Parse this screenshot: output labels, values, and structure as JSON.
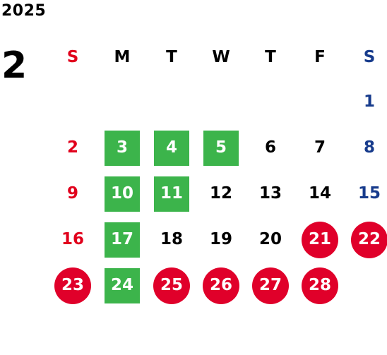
{
  "calendar": {
    "year": "2025",
    "month": "2",
    "weekday_headers": [
      {
        "label": "S",
        "kind": "sun"
      },
      {
        "label": "M",
        "kind": "weekday"
      },
      {
        "label": "T",
        "kind": "weekday"
      },
      {
        "label": "W",
        "kind": "weekday"
      },
      {
        "label": "T",
        "kind": "weekday"
      },
      {
        "label": "F",
        "kind": "weekday"
      },
      {
        "label": "S",
        "kind": "sat"
      }
    ],
    "weeks": [
      [
        "",
        "",
        "",
        "",
        "",
        "",
        "1"
      ],
      [
        "2",
        "3",
        "4",
        "5",
        "6",
        "7",
        "8"
      ],
      [
        "9",
        "10",
        "11",
        "12",
        "13",
        "14",
        "15"
      ],
      [
        "16",
        "17",
        "18",
        "19",
        "20",
        "21",
        "22"
      ],
      [
        "23",
        "24",
        "25",
        "26",
        "27",
        "28",
        ""
      ]
    ],
    "green_days": [
      "3",
      "4",
      "5",
      "10",
      "11",
      "17",
      "24"
    ],
    "red_days": [
      "21",
      "22",
      "23",
      "25",
      "26",
      "27",
      "28"
    ],
    "colors": {
      "sunday": "#e1001c",
      "saturday": "#173b8c",
      "green_highlight": "#3cb44b",
      "red_highlight": "#e0002a"
    }
  }
}
